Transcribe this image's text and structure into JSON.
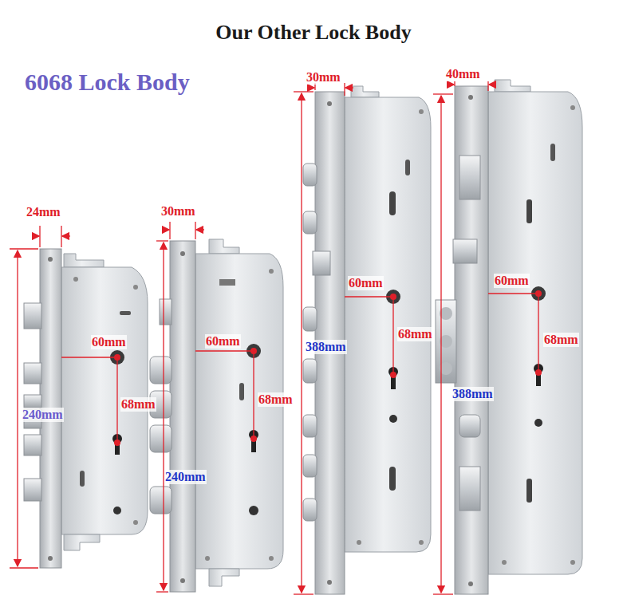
{
  "diagram": {
    "title": "Our Other Lock Body",
    "labels": [
      "6068 Lock Body",
      "24mm",
      "60mm",
      "68mm",
      "240mm",
      "30mm",
      "60mm",
      "68mm",
      "240mm",
      "30mm",
      "60mm",
      "388mm",
      "68mm",
      "40mm",
      "60mm",
      "68mm",
      "388mm"
    ]
  }
}
